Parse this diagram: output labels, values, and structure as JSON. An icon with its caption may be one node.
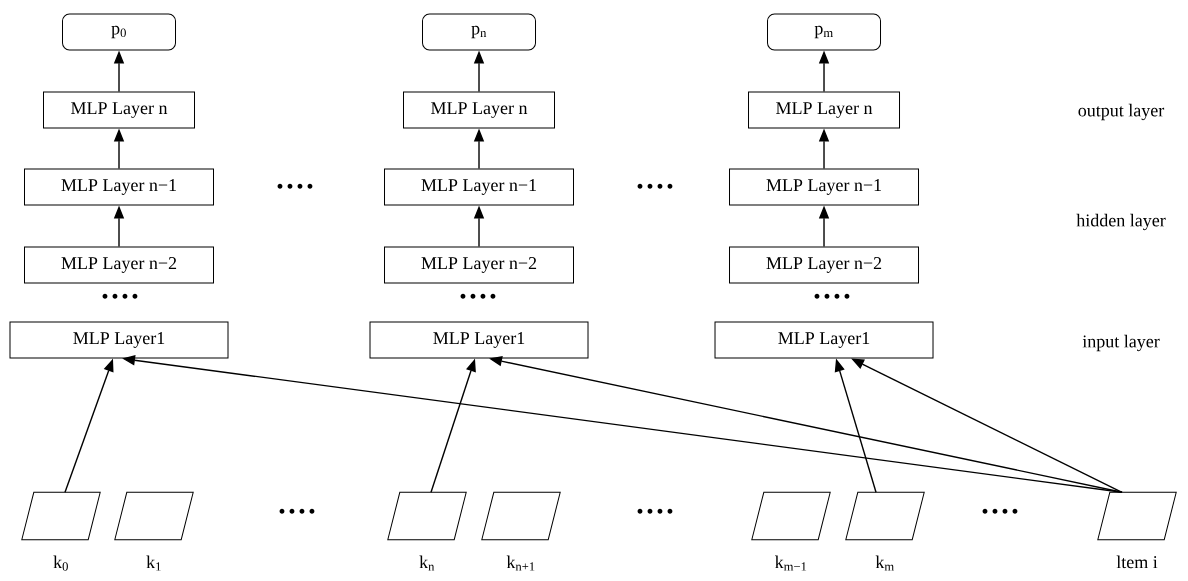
{
  "diagram": {
    "nodes": [
      {
        "text": [
          "p$_{0}$"
        ]
      },
      {
        "text": [
          "p$_{n}$"
        ]
      },
      {
        "text": [
          "p$_{m}$"
        ]
      },
      {
        "text": [
          "MLP Layer n"
        ]
      },
      {
        "text": [
          "MLP Layer n"
        ]
      },
      {
        "text": [
          "MLP Layer n"
        ]
      },
      {
        "text": [
          "MLP Layer n−1"
        ]
      },
      {
        "text": [
          "MLP Layer n−1"
        ]
      },
      {
        "text": [
          "MLP Layer n−1"
        ]
      },
      {
        "text": [
          "MLP Layer n−2"
        ]
      },
      {
        "text": [
          "MLP Layer n−2"
        ]
      },
      {
        "text": [
          "MLP Layer n−2"
        ]
      },
      {
        "text": [
          "MLP Layer1"
        ]
      },
      {
        "text": [
          "MLP Layer1"
        ]
      },
      {
        "text": [
          "MLP Layer1"
        ]
      },
      {
        "text": [],
        "shape": "parallelogram",
        "beside": [
          "k$_{0}$"
        ]
      },
      {
        "text": [],
        "shape": "parallelogram",
        "beside": [
          "k$_{1}$"
        ]
      },
      {
        "text": [],
        "shape": "parallelogram",
        "beside": [
          "k$_{n}$"
        ]
      },
      {
        "text": [],
        "shape": "parallelogram",
        "beside": [
          "k$_{n+1}$"
        ]
      },
      {
        "text": [],
        "shape": "parallelogram",
        "beside": [
          "k$_{m−1}$"
        ]
      },
      {
        "text": [],
        "shape": "parallelogram",
        "beside": [
          "k$_{m}$"
        ]
      },
      {
        "text": [],
        "shape": "parallelogram",
        "beside": [
          "ltem i"
        ]
      }
    ],
    "edges": [
      {
        "from": 3,
        "to": 0,
        "arrow": "to"
      },
      {
        "from": 4,
        "to": 1,
        "arrow": "to"
      },
      {
        "from": 5,
        "to": 2,
        "arrow": "to"
      },
      {
        "from": 6,
        "to": 3,
        "arrow": "to"
      },
      {
        "from": 7,
        "to": 4,
        "arrow": "to"
      },
      {
        "from": 8,
        "to": 5,
        "arrow": "to"
      },
      {
        "from": 9,
        "to": 6,
        "arrow": "to"
      },
      {
        "from": 10,
        "to": 7,
        "arrow": "to"
      },
      {
        "from": 11,
        "to": 8,
        "arrow": "to"
      },
      {
        "from": 15,
        "to": 12,
        "arrow": "to"
      },
      {
        "from": 17,
        "to": 13,
        "arrow": "to"
      },
      {
        "from": 20,
        "to": 14,
        "arrow": "to"
      },
      {
        "from": 21,
        "to": 12,
        "arrow": "to"
      },
      {
        "from": 21,
        "to": 13,
        "arrow": "to"
      },
      {
        "from": 21,
        "to": 14,
        "arrow": "to"
      }
    ],
    "labels": [
      "output layer",
      "····",
      "····",
      "hidden layer",
      "····",
      "····",
      "····",
      "input layer",
      "····",
      "····",
      "····"
    ]
  }
}
